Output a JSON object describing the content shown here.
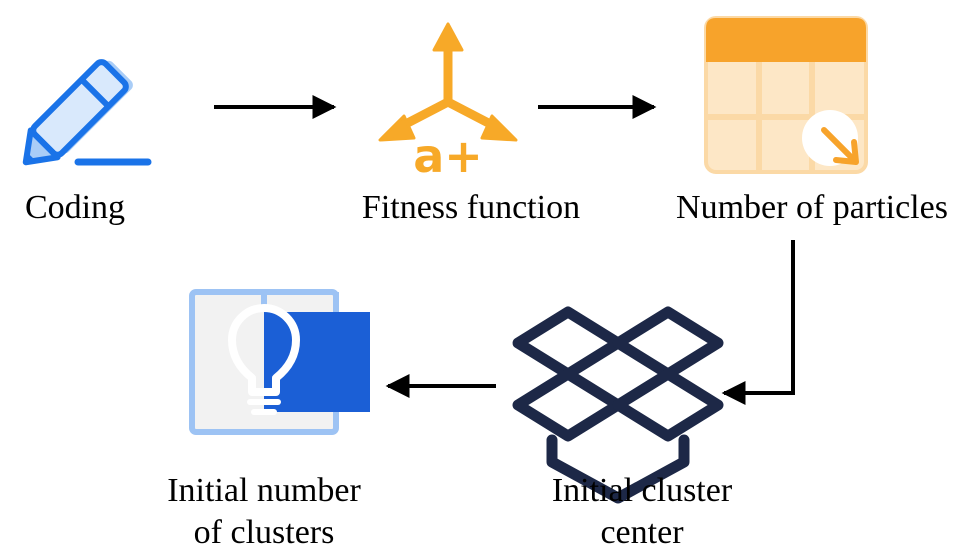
{
  "colors": {
    "coding": "#1a73e8",
    "coding_light": "#a9cdf7",
    "fitness": "#f7a928",
    "particles_header": "#f7a32b",
    "particles_grid": "#fbd9a6",
    "particles_cell": "#fde7c6",
    "cluster_center": "#1d2847",
    "clusters_blue": "#1b5fd6",
    "clusters_frame": "#9dc3f4",
    "clusters_panel": "#f2f2f2",
    "arrow": "#000000"
  },
  "nodes": {
    "coding": {
      "label": "Coding",
      "icon": "pencil-icon"
    },
    "fitness": {
      "label": "Fitness function",
      "icon": "fitness-function-icon",
      "glyph": "a+"
    },
    "particles": {
      "label": "Number of particles",
      "icon": "table-grid-icon"
    },
    "cluster_center": {
      "label_line1": "Initial cluster",
      "label_line2": "center",
      "icon": "box-package-icon"
    },
    "clusters": {
      "label_line1": "Initial number",
      "label_line2": "of clusters",
      "icon": "lightbulb-icon"
    }
  }
}
